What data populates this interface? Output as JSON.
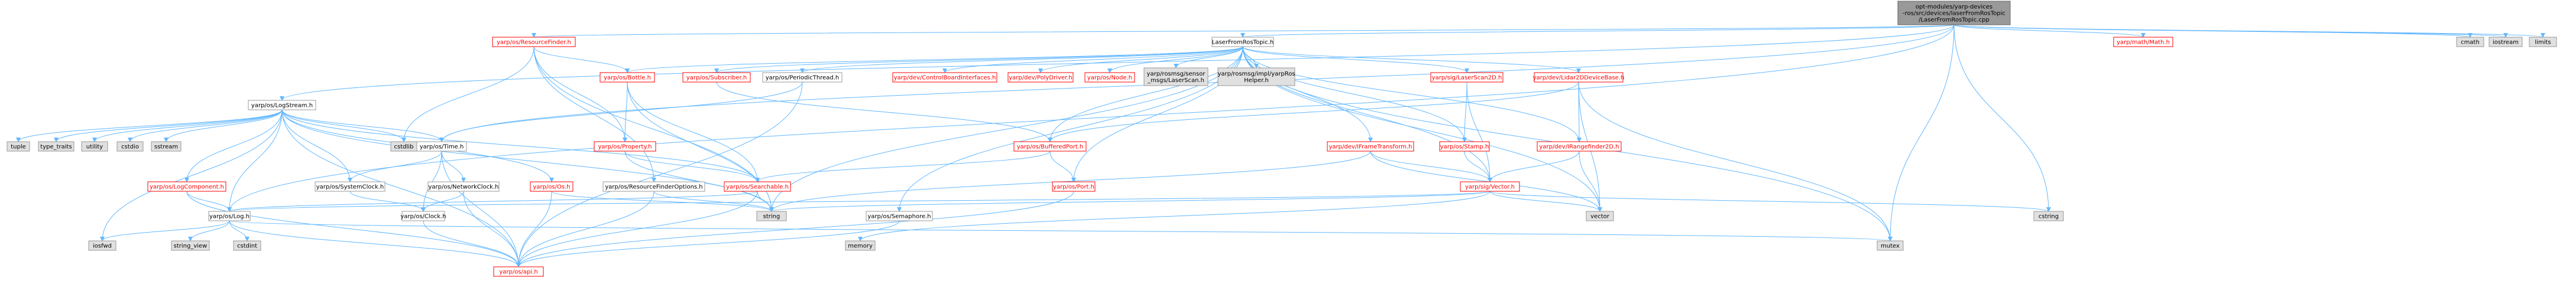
{
  "colors": {
    "edge": "#63b8ff",
    "root_fill": "#999999",
    "root_stroke": "#666666",
    "doc_fill": "#ffffff",
    "doc_stroke": "#ff0000",
    "doc_text": "#ff0000",
    "sys_fill": "#e0e0e0",
    "sys_stroke": "#999999",
    "sys_text": "#000000"
  },
  "graph": {
    "root": {
      "lines": [
        "opt-modules/yarp-devices",
        "-ros/src/devices/laserFromRosTopic",
        "/LaserFromRosTopic.cpp"
      ]
    },
    "nodes": [
      {
        "id": "lfrt",
        "lines": [
          "LaserFromRosTopic.h"
        ],
        "kind": "doc_black"
      },
      {
        "id": "logstream",
        "lines": [
          "yarp/os/LogStream.h"
        ],
        "kind": "doc_black"
      },
      {
        "id": "resfinder",
        "lines": [
          "yarp/os/ResourceFinder.h"
        ],
        "kind": "doc"
      },
      {
        "id": "mathmath",
        "lines": [
          "yarp/math/Math.h"
        ],
        "kind": "doc"
      },
      {
        "id": "cmath",
        "lines": [
          "cmath"
        ],
        "kind": "sys"
      },
      {
        "id": "iostream",
        "lines": [
          "iostream"
        ],
        "kind": "sys"
      },
      {
        "id": "limits",
        "lines": [
          "limits"
        ],
        "kind": "sys"
      },
      {
        "id": "bottle",
        "lines": [
          "yarp/os/Bottle.h"
        ],
        "kind": "doc"
      },
      {
        "id": "subscriber",
        "lines": [
          "yarp/os/Subscriber.h"
        ],
        "kind": "doc"
      },
      {
        "id": "periodic",
        "lines": [
          "yarp/os/PeriodicThread.h"
        ],
        "kind": "doc_black"
      },
      {
        "id": "cbi",
        "lines": [
          "yarp/dev/ControlBoardInterfaces.h"
        ],
        "kind": "doc"
      },
      {
        "id": "polydriver",
        "lines": [
          "yarp/dev/PolyDriver.h"
        ],
        "kind": "doc"
      },
      {
        "id": "node",
        "lines": [
          "yarp/os/Node.h"
        ],
        "kind": "doc"
      },
      {
        "id": "laserscan",
        "lines": [
          "yarp/rosmsg/sensor",
          "_msgs/LaserScan.h"
        ],
        "kind": "sys"
      },
      {
        "id": "tfhelper",
        "lines": [
          "yarp/rosmsg/impl/yarpRos",
          "Helper.h"
        ],
        "kind": "sys"
      },
      {
        "id": "ls2d",
        "lines": [
          "yarp/sig/LaserScan2D.h"
        ],
        "kind": "doc"
      },
      {
        "id": "lidar",
        "lines": [
          "yarp/dev/Lidar2DDeviceBase.h"
        ],
        "kind": "doc"
      },
      {
        "id": "tuple",
        "lines": [
          "tuple"
        ],
        "kind": "sys"
      },
      {
        "id": "typetraits",
        "lines": [
          "type_traits"
        ],
        "kind": "sys"
      },
      {
        "id": "utility",
        "lines": [
          "utility"
        ],
        "kind": "sys"
      },
      {
        "id": "cstdio",
        "lines": [
          "cstdio"
        ],
        "kind": "sys"
      },
      {
        "id": "sstream",
        "lines": [
          "sstream"
        ],
        "kind": "sys"
      },
      {
        "id": "cstdlib",
        "lines": [
          "cstdlib"
        ],
        "kind": "sys"
      },
      {
        "id": "ostime",
        "lines": [
          "yarp/os/Time.h"
        ],
        "kind": "doc_black"
      },
      {
        "id": "property",
        "lines": [
          "yarp/os/Property.h"
        ],
        "kind": "doc"
      },
      {
        "id": "bufport",
        "lines": [
          "yarp/os/BufferedPort.h"
        ],
        "kind": "doc"
      },
      {
        "id": "frametf",
        "lines": [
          "yarp/dev/IFrameTransform.h"
        ],
        "kind": "doc"
      },
      {
        "id": "stamp",
        "lines": [
          "yarp/os/Stamp.h"
        ],
        "kind": "doc"
      },
      {
        "id": "rangefinder",
        "lines": [
          "yarp/dev/IRangefinder2D.h"
        ],
        "kind": "doc"
      },
      {
        "id": "logcomp",
        "lines": [
          "yarp/os/LogComponent.h"
        ],
        "kind": "doc"
      },
      {
        "id": "sysclock",
        "lines": [
          "yarp/os/SystemClock.h"
        ],
        "kind": "doc_black"
      },
      {
        "id": "netclock",
        "lines": [
          "yarp/os/NetworkClock.h"
        ],
        "kind": "doc_black"
      },
      {
        "id": "osos",
        "lines": [
          "yarp/os/Os.h"
        ],
        "kind": "doc"
      },
      {
        "id": "rfoptions",
        "lines": [
          "yarp/os/ResourceFinderOptions.h"
        ],
        "kind": "doc_black"
      },
      {
        "id": "searchable",
        "lines": [
          "yarp/os/Searchable.h"
        ],
        "kind": "doc"
      },
      {
        "id": "port",
        "lines": [
          "yarp/os/Port.h"
        ],
        "kind": "doc"
      },
      {
        "id": "vector",
        "lines": [
          "yarp/sig/Vector.h"
        ],
        "kind": "doc"
      },
      {
        "id": "oslog",
        "lines": [
          "yarp/os/Log.h"
        ],
        "kind": "doc_black"
      },
      {
        "id": "clock",
        "lines": [
          "yarp/os/Clock.h"
        ],
        "kind": "doc_black"
      },
      {
        "id": "string",
        "lines": [
          "string"
        ],
        "kind": "sys"
      },
      {
        "id": "semaphore",
        "lines": [
          "yarp/os/Semaphore.h"
        ],
        "kind": "doc_black"
      },
      {
        "id": "stdvector",
        "lines": [
          "vector"
        ],
        "kind": "sys"
      },
      {
        "id": "cstring",
        "lines": [
          "cstring"
        ],
        "kind": "sys"
      },
      {
        "id": "iosfwd",
        "lines": [
          "iosfwd"
        ],
        "kind": "sys"
      },
      {
        "id": "stringview",
        "lines": [
          "string_view"
        ],
        "kind": "sys"
      },
      {
        "id": "cstdint",
        "lines": [
          "cstdint"
        ],
        "kind": "sys"
      },
      {
        "id": "api",
        "lines": [
          "yarp/os/api.h"
        ],
        "kind": "doc"
      },
      {
        "id": "memory",
        "lines": [
          "memory"
        ],
        "kind": "sys"
      },
      {
        "id": "mutex",
        "lines": [
          "mutex"
        ],
        "kind": "sys"
      }
    ],
    "edges": [
      [
        "root",
        "lfrt"
      ],
      [
        "root",
        "logstream"
      ],
      [
        "root",
        "resfinder"
      ],
      [
        "root",
        "mathmath"
      ],
      [
        "root",
        "cmath"
      ],
      [
        "root",
        "iostream"
      ],
      [
        "root",
        "limits"
      ],
      [
        "root",
        "ostime"
      ],
      [
        "root",
        "oslog"
      ],
      [
        "root",
        "cstring"
      ],
      [
        "root",
        "mutex"
      ],
      [
        "lfrt",
        "bottle"
      ],
      [
        "lfrt",
        "subscriber"
      ],
      [
        "lfrt",
        "periodic"
      ],
      [
        "lfrt",
        "cbi"
      ],
      [
        "lfrt",
        "polydriver"
      ],
      [
        "lfrt",
        "node"
      ],
      [
        "lfrt",
        "laserscan"
      ],
      [
        "lfrt",
        "tfhelper"
      ],
      [
        "lfrt",
        "ls2d"
      ],
      [
        "lfrt",
        "lidar"
      ],
      [
        "lfrt",
        "bufport"
      ],
      [
        "lfrt",
        "frametf"
      ],
      [
        "lfrt",
        "stamp"
      ],
      [
        "lfrt",
        "rangefinder"
      ],
      [
        "lfrt",
        "vector"
      ],
      [
        "lfrt",
        "string"
      ],
      [
        "lfrt",
        "semaphore"
      ],
      [
        "lfrt",
        "stdvector"
      ],
      [
        "lfrt",
        "mutex"
      ],
      [
        "lfrt",
        "port"
      ],
      [
        "logstream",
        "tuple"
      ],
      [
        "logstream",
        "typetraits"
      ],
      [
        "logstream",
        "utility"
      ],
      [
        "logstream",
        "cstdio"
      ],
      [
        "logstream",
        "sstream"
      ],
      [
        "logstream",
        "cstdlib"
      ],
      [
        "logstream",
        "ostime"
      ],
      [
        "logstream",
        "logcomp"
      ],
      [
        "logstream",
        "sysclock"
      ],
      [
        "logstream",
        "osos"
      ],
      [
        "logstream",
        "oslog"
      ],
      [
        "logstream",
        "iosfwd"
      ],
      [
        "logstream",
        "api"
      ],
      [
        "logstream",
        "string"
      ],
      [
        "logstream",
        "searchable"
      ],
      [
        "resfinder",
        "bottle"
      ],
      [
        "resfinder",
        "property"
      ],
      [
        "resfinder",
        "rfoptions"
      ],
      [
        "resfinder",
        "string"
      ],
      [
        "resfinder",
        "cstdlib"
      ],
      [
        "bottle",
        "property"
      ],
      [
        "bottle",
        "searchable"
      ],
      [
        "bottle",
        "string"
      ],
      [
        "subscriber",
        "bufport"
      ],
      [
        "periodic",
        "ostime"
      ],
      [
        "periodic",
        "api"
      ],
      [
        "ls2d",
        "vector"
      ],
      [
        "ls2d",
        "stamp"
      ],
      [
        "lidar",
        "rangefinder"
      ],
      [
        "lidar",
        "stdvector"
      ],
      [
        "lidar",
        "mutex"
      ],
      [
        "lidar",
        "bufport"
      ],
      [
        "ostime",
        "sysclock"
      ],
      [
        "ostime",
        "netclock"
      ],
      [
        "ostime",
        "clock"
      ],
      [
        "ostime",
        "api"
      ],
      [
        "property",
        "searchable"
      ],
      [
        "property",
        "string"
      ],
      [
        "bufport",
        "port"
      ],
      [
        "bufport",
        "searchable"
      ],
      [
        "frametf",
        "vector"
      ],
      [
        "frametf",
        "stdvector"
      ],
      [
        "frametf",
        "string"
      ],
      [
        "stamp",
        "vector"
      ],
      [
        "rangefinder",
        "vector"
      ],
      [
        "rangefinder",
        "stdvector"
      ],
      [
        "logcomp",
        "oslog"
      ],
      [
        "logcomp",
        "api"
      ],
      [
        "sysclock",
        "clock"
      ],
      [
        "netclock",
        "clock"
      ],
      [
        "netclock",
        "api"
      ],
      [
        "osos",
        "api"
      ],
      [
        "osos",
        "string"
      ],
      [
        "rfoptions",
        "string"
      ],
      [
        "rfoptions",
        "api"
      ],
      [
        "searchable",
        "string"
      ],
      [
        "searchable",
        "api"
      ],
      [
        "searchable",
        "oslog"
      ],
      [
        "port",
        "api"
      ],
      [
        "vector",
        "string"
      ],
      [
        "vector",
        "stdvector"
      ],
      [
        "vector",
        "cstring"
      ],
      [
        "vector",
        "oslog"
      ],
      [
        "vector",
        "memory"
      ],
      [
        "oslog",
        "iosfwd"
      ],
      [
        "oslog",
        "stringview"
      ],
      [
        "oslog",
        "cstdint"
      ],
      [
        "oslog",
        "api"
      ],
      [
        "oslog",
        "mutex"
      ],
      [
        "clock",
        "api"
      ],
      [
        "semaphore",
        "api"
      ]
    ]
  }
}
